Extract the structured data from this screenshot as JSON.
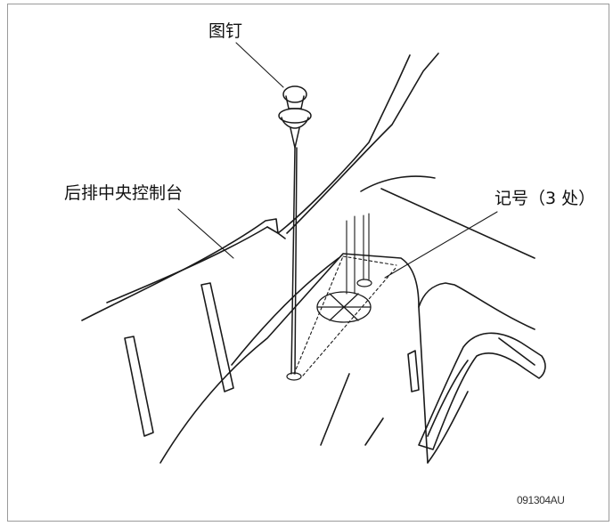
{
  "labels": {
    "pushpin": "图钉",
    "console": "后排中央控制台",
    "marks": "记号（3 处）"
  },
  "figure_code": "091304AU",
  "colors": {
    "line": "#1a1a1a",
    "frame": "#9a9a9a"
  }
}
